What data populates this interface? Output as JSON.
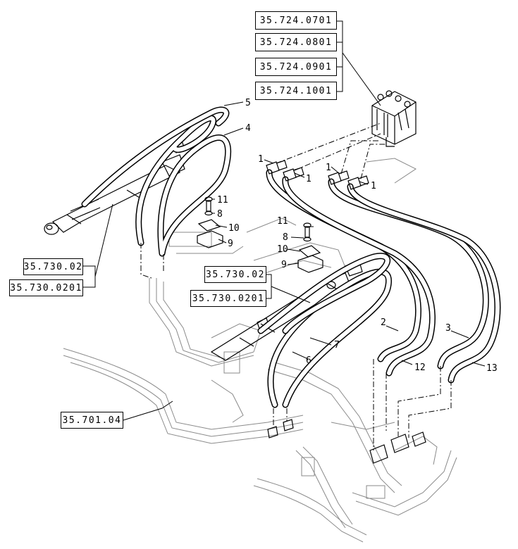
{
  "references": {
    "valve_1": "35.724.0701",
    "valve_2": "35.724.0801",
    "valve_3": "35.724.0901",
    "valve_4": "35.724.1001",
    "cyl_left_1": "35.730.02",
    "cyl_left_2": "35.730.0201",
    "cyl_mid_1": "35.730.02",
    "cyl_mid_2": "35.730.0201",
    "frame": "35.701.04"
  },
  "callouts": {
    "c1a": "1",
    "c1b": "1",
    "c1c": "1",
    "c1d": "1",
    "c2": "2",
    "c3": "3",
    "c4": "4",
    "c5": "5",
    "c6": "6",
    "c7": "7",
    "c8a": "8",
    "c8b": "8",
    "c9a": "9",
    "c9b": "9",
    "c10a": "10",
    "c10b": "10",
    "c11a": "11",
    "c11b": "11",
    "c12": "12",
    "c13": "13"
  }
}
